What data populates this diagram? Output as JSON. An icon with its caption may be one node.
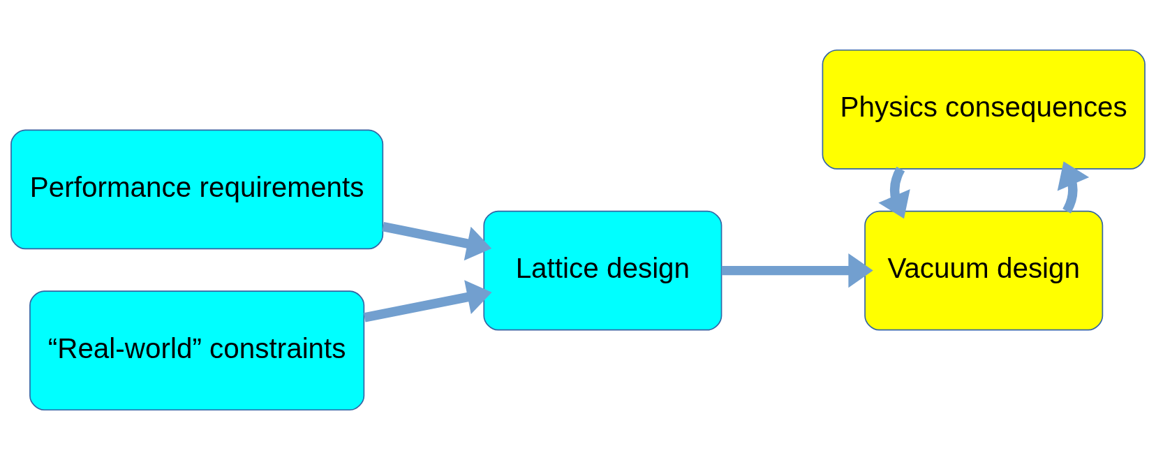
{
  "diagram": {
    "nodes": [
      {
        "text": [
          "Performance requirements"
        ]
      },
      {
        "text": [
          "“Real-world” constraints"
        ]
      },
      {
        "text": [
          "Lattice design"
        ]
      },
      {
        "text": [
          "Vacuum design"
        ]
      },
      {
        "text": [
          "Physics consequences"
        ]
      }
    ],
    "edges": [
      {
        "from": 0,
        "to": 2,
        "arrow": "to"
      },
      {
        "from": 1,
        "to": 2,
        "arrow": "to"
      },
      {
        "from": 2,
        "to": 3,
        "arrow": "to"
      },
      {
        "from": 3,
        "to": 4,
        "arrow": "to"
      },
      {
        "from": 4,
        "to": 3,
        "arrow": "to"
      }
    ]
  }
}
